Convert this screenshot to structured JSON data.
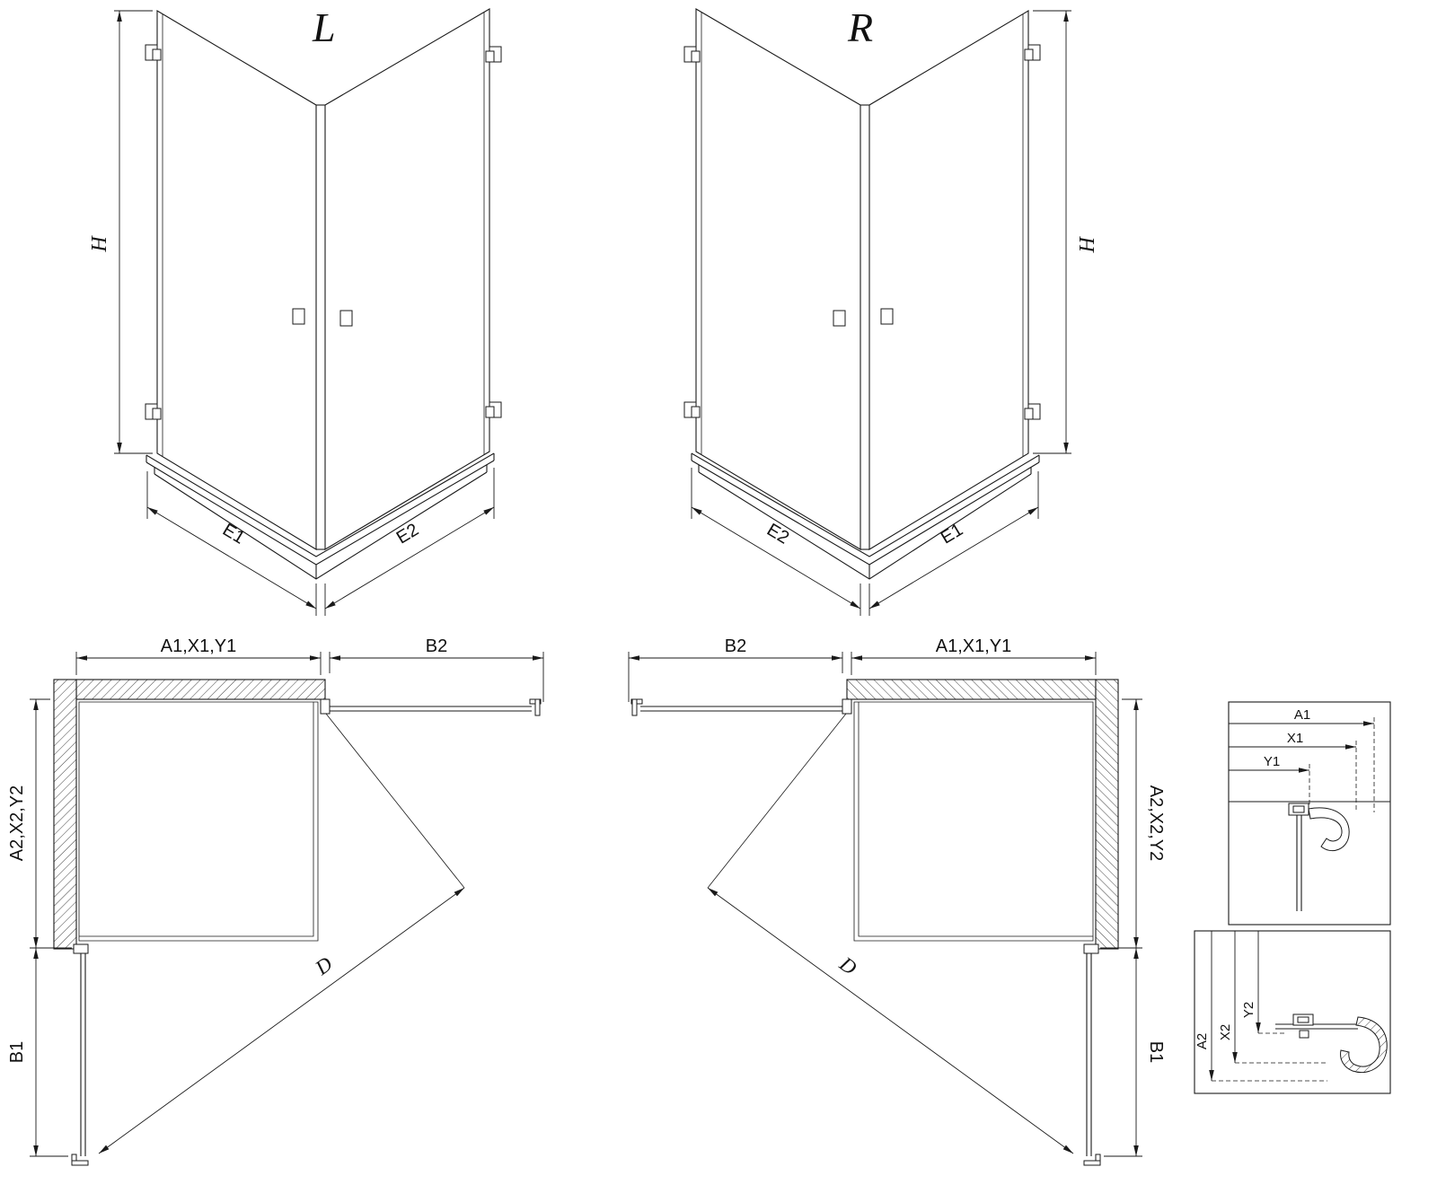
{
  "views": {
    "iso_left": {
      "label": "L",
      "dim_h": "H",
      "dim_e1": "E1",
      "dim_e2": "E2"
    },
    "iso_right": {
      "label": "R",
      "dim_h": "H",
      "dim_e1": "E1",
      "dim_e2": "E2"
    },
    "plan_left": {
      "dim_top": "A1,X1,Y1",
      "dim_top_right": "B2",
      "dim_left": "A2,X2,Y2",
      "dim_bottom_left": "B1",
      "dim_diagonal": "D"
    },
    "plan_right": {
      "dim_top": "A1,X1,Y1",
      "dim_top_left": "B2",
      "dim_right": "A2,X2,Y2",
      "dim_bottom_right": "B1",
      "dim_diagonal": "D"
    },
    "detail_top": {
      "dim_a1": "A1",
      "dim_x1": "X1",
      "dim_y1": "Y1"
    },
    "detail_bottom": {
      "dim_a2": "A2",
      "dim_x2": "X2",
      "dim_y2": "Y2"
    }
  },
  "colors": {
    "line": "#1a1a1a",
    "background": "#ffffff",
    "hatch": "#444444"
  }
}
